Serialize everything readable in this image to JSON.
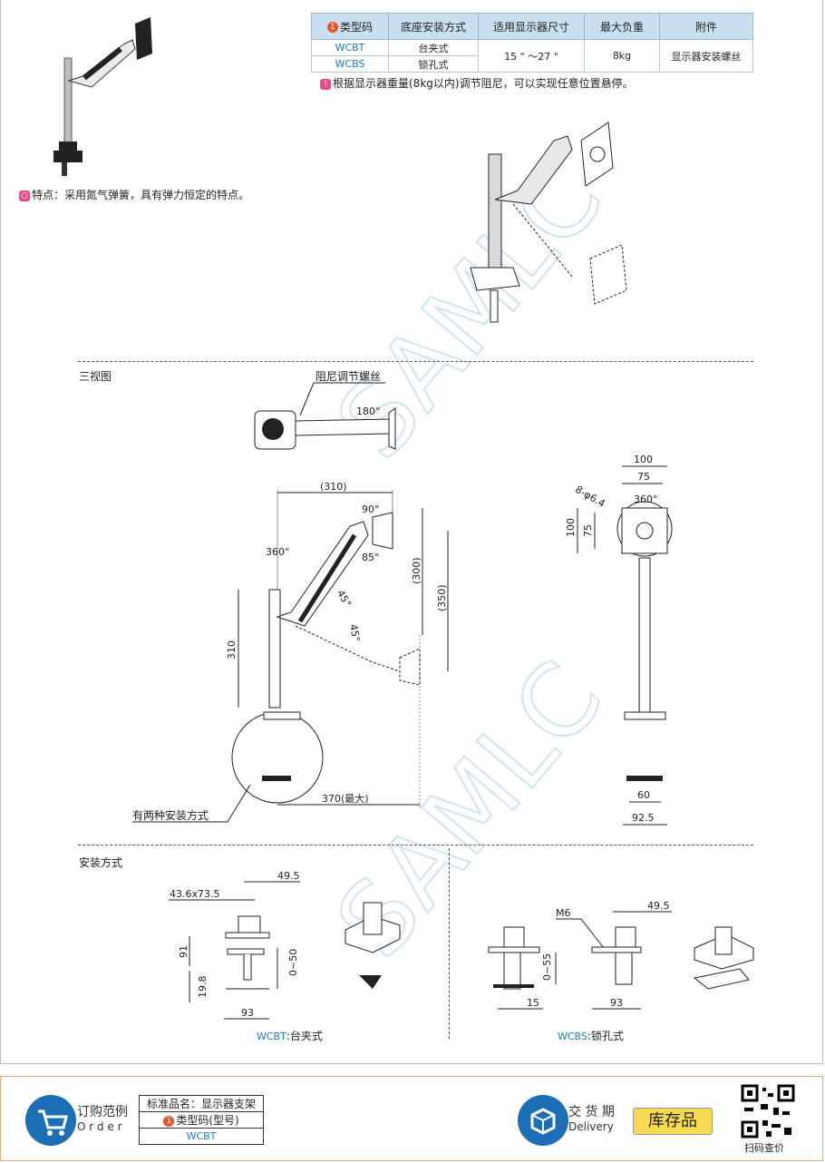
{
  "spec_table": {
    "headers": [
      "类型码",
      "底座安装方式",
      "适用显示器尺寸",
      "最大负重",
      "附件"
    ],
    "header_badge": "1",
    "rows": [
      {
        "code": "WCBT",
        "mount": "台夹式"
      },
      {
        "code": "WCBS",
        "mount": "锁孔式"
      }
    ],
    "size": "15 \" ～27 \"",
    "load": "8kg",
    "accessory": "显示器安装螺丝"
  },
  "note_damping": "根据显示器重量(8kg以内)调节阻尼，可以实现任意位置悬停。",
  "feature_note": "特点：采用氮气弹簧，具有弹力恒定的特点。",
  "watermark": "SAMLC",
  "three_view": {
    "title": "三视图",
    "damping_label": "阻尼调节螺丝",
    "angle_180": "180°",
    "dim_310_top": "(310)",
    "angle_90": "90°",
    "angle_360": "360°",
    "angle_85": "85°",
    "angle_45a": "45°",
    "angle_45b": "45°",
    "dim_300": "(300)",
    "dim_350": "(350)",
    "dim_310_left": "310",
    "dim_370": "370(最大)",
    "two_mount_label": "有两种安装方式",
    "dim_100_top": "100",
    "dim_75_top": "75",
    "hole_label": "8-φ6.4",
    "angle_360_right": "360°",
    "dim_100_left": "100",
    "dim_75_left": "75",
    "dim_60": "60",
    "dim_92_5": "92.5"
  },
  "install": {
    "title": "安装方式",
    "dim_49_5_a": "49.5",
    "dim_43_6": "43.6x73.5",
    "dim_91": "91",
    "dim_0_50": "0~50",
    "dim_19_8": "19.8",
    "dim_93_a": "93",
    "caption_t_code": "WCBT",
    "caption_t_name": ":台夹式",
    "m6": "M6",
    "dim_49_5_b": "49.5",
    "dim_0_55": "0~55",
    "dim_15": "15",
    "dim_93_b": "93",
    "caption_s_code": "WCBS",
    "caption_s_name": ":锁孔式"
  },
  "footer": {
    "order_cn": "订购范例",
    "order_en": "O r d e r",
    "std_name": "标准品名：显示器支架",
    "type_code_label": "类型码(型号)",
    "type_badge": "1",
    "type_code_value": "WCBT",
    "delivery_cn": "交 货 期",
    "delivery_en": "Delivery",
    "stock": "库存品",
    "qr_label": "扫码查价"
  },
  "colors": {
    "accent_blue": "#1c6fb4",
    "code_blue": "#1a7cc0",
    "header_blue": "#c9e0f2",
    "badge_orange": "#e8552a",
    "stock_yellow": "#f6da52"
  }
}
